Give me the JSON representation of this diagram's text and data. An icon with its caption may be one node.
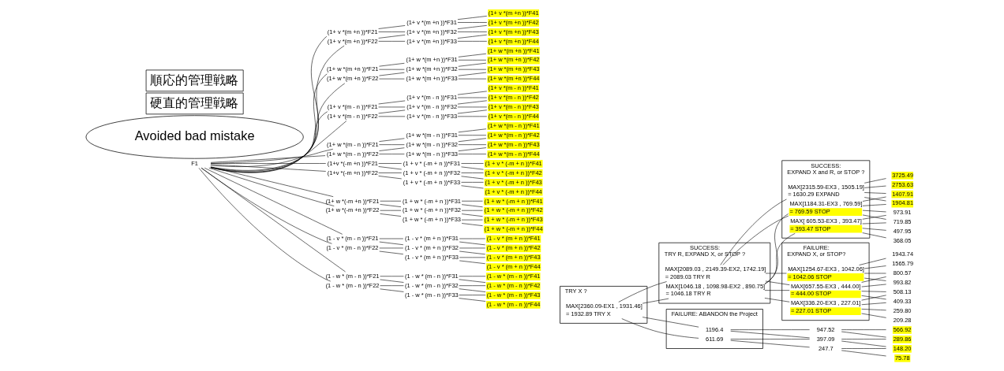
{
  "diagram": {
    "nodes": [
      {
        "text": [
          "F1"
        ]
      },
      {
        "text": [
          "(1+ v *(m +n ))*F21"
        ]
      },
      {
        "text": [
          "(1+ v *(m +n ))*F22"
        ]
      },
      {
        "text": [
          "(1+ w *(m +n ))*F21"
        ]
      },
      {
        "text": [
          "(1+ w *(m +n ))*F22"
        ]
      },
      {
        "text": [
          "(1+ v *(m - n ))*F21"
        ]
      },
      {
        "text": [
          "(1+ v *(m - n ))*F22"
        ]
      },
      {
        "text": [
          "(1+ w *(m - n ))*F21"
        ]
      },
      {
        "text": [
          "(1+ w *(m - n ))*F22"
        ]
      },
      {
        "text": [
          "(1+v *(-m +n ))*F21"
        ]
      },
      {
        "text": [
          "(1+v *(-m +n ))*F22"
        ]
      },
      {
        "text": [
          "(1+ w *(-m +n ))*F21"
        ]
      },
      {
        "text": [
          "(1+ w *(-m +n ))*F22"
        ]
      },
      {
        "text": [
          "(1 - v * (m - n ))*F21"
        ]
      },
      {
        "text": [
          "(1 - v * (m - n ))*F22"
        ]
      },
      {
        "text": [
          "(1 - w * (m - n ))*F21"
        ]
      },
      {
        "text": [
          "(1 - w * (m - n ))*F22"
        ]
      },
      {
        "text": [
          "(1+ v *(m +n ))*F31"
        ]
      },
      {
        "text": [
          "(1+ v *(m +n ))*F32"
        ]
      },
      {
        "text": [
          "(1+ v *(m +n ))*F33"
        ]
      },
      {
        "text": [
          "(1+ w *(m +n ))*F31"
        ]
      },
      {
        "text": [
          "(1+ w *(m +n ))*F32"
        ]
      },
      {
        "text": [
          "(1+ w *(m +n ))*F33"
        ]
      },
      {
        "text": [
          "(1+ v *(m - n ))*F31"
        ]
      },
      {
        "text": [
          "(1+ v *(m - n ))*F32"
        ]
      },
      {
        "text": [
          "(1+ v *(m - n ))*F33"
        ]
      },
      {
        "text": [
          "(1+ w *(m - n ))*F31"
        ]
      },
      {
        "text": [
          "(1+ w *(m - n ))*F32"
        ]
      },
      {
        "text": [
          "(1+ w *(m - n ))*F33"
        ]
      },
      {
        "text": [
          "(1 + v * (-m + n ))*F31"
        ]
      },
      {
        "text": [
          "(1 + v * (-m + n ))*F32"
        ]
      },
      {
        "text": [
          "(1 + v * (-m + n ))*F33"
        ]
      },
      {
        "text": [
          "(1 + w * (-m + n ))*F31"
        ]
      },
      {
        "text": [
          "(1 + w * (-m + n ))*F32"
        ]
      },
      {
        "text": [
          "(1 + w * (-m + n ))*F33"
        ]
      },
      {
        "text": [
          "(1 - v * (m + n ))*F31"
        ]
      },
      {
        "text": [
          "(1 - v * (m + n ))*F32"
        ]
      },
      {
        "text": [
          "(1 - v * (m + n ))*F33"
        ]
      },
      {
        "text": [
          "(1 - w * (m - n ))*F31"
        ]
      },
      {
        "text": [
          "(1 - w * (m - n ))*F32"
        ]
      },
      {
        "text": [
          "(1 - w * (m - n ))*F33"
        ]
      },
      {
        "text": [
          "(1+ v *(m +n ))*F41"
        ]
      },
      {
        "text": [
          "(1+ v *(m +n ))*F42"
        ]
      },
      {
        "text": [
          "(1+ v *(m +n ))*F43"
        ]
      },
      {
        "text": [
          "(1+ v *(m +n ))*F44"
        ]
      },
      {
        "text": [
          "(1+ w *(m +n ))*F41"
        ]
      },
      {
        "text": [
          "(1+ w *(m +n ))*F42"
        ]
      },
      {
        "text": [
          "(1+ w *(m +n ))*F43"
        ]
      },
      {
        "text": [
          "(1+ w *(m +n ))*F44"
        ]
      },
      {
        "text": [
          "(1+ v *(m - n ))*F41"
        ]
      },
      {
        "text": [
          "(1+ v *(m - n ))*F42"
        ]
      },
      {
        "text": [
          "(1+ v *(m - n ))*F43"
        ]
      },
      {
        "text": [
          "(1+ v *(m - n ))*F44"
        ]
      },
      {
        "text": [
          "(1+ w *(m - n ))*F41"
        ]
      },
      {
        "text": [
          "(1+ w *(m - n ))*F42"
        ]
      },
      {
        "text": [
          "(1+ w *(m - n ))*F43"
        ]
      },
      {
        "text": [
          "(1+ w *(m - n ))*F44"
        ]
      },
      {
        "text": [
          "(1 + v * (-m + n ))*F41"
        ]
      },
      {
        "text": [
          "(1 + v * (-m + n ))*F42"
        ]
      },
      {
        "text": [
          "(1 + v * (-m + n ))*F43"
        ]
      },
      {
        "text": [
          "(1 + v * (-m + n ))*F44"
        ]
      },
      {
        "text": [
          "(1 + w * (-m + n ))*F41"
        ]
      },
      {
        "text": [
          "(1 + w * (-m + n ))*F42"
        ]
      },
      {
        "text": [
          "(1 + w * (-m + n ))*F43"
        ]
      },
      {
        "text": [
          "(1 + w * (-m + n ))*F44"
        ]
      },
      {
        "text": [
          "(1 - v * (m + n ))*F41"
        ]
      },
      {
        "text": [
          "(1 - v * (m + n ))*F42"
        ]
      },
      {
        "text": [
          "(1 - v * (m + n ))*F43"
        ]
      },
      {
        "text": [
          "(1 - v * (m + n ))*F44"
        ]
      },
      {
        "text": [
          "(1 - w * (m - n ))*F41"
        ]
      },
      {
        "text": [
          "(1 - w * (m - n ))*F42"
        ]
      },
      {
        "text": [
          "(1 - w * (m - n ))*F43"
        ]
      },
      {
        "text": [
          "(1 - w * (m - n ))*F44"
        ]
      },
      {
        "text": [
          "TRY X ?"
        ]
      },
      {
        "text": [
          "MAX[2360.09-EX1 , 1931.46]",
          "= 1932.89 TRY X"
        ],
        "in": 73
      },
      {
        "text": [
          "SUCCESS:",
          "TRY R, EXPAND X, or STOP ?"
        ]
      },
      {
        "text": [
          "MAX[2089.03 , 2149.39-EX2, 1742.19]",
          "= 2089.03 TRY R"
        ],
        "in": 75
      },
      {
        "text": [
          "MAX[1046.18 , 1098.98-EX2 , 890.75]",
          "= 1046.18 TRY R"
        ],
        "in": 75
      },
      {
        "text": [
          "FAILURE: ABANDON the Project"
        ]
      },
      {
        "text": [
          "1196.4"
        ],
        "in": 78
      },
      {
        "text": [
          "611.69"
        ],
        "in": 78
      },
      {
        "text": [
          "SUCCESS:",
          "EXPAND X and R, or STOP ?"
        ]
      },
      {
        "text": [
          "MAX[2315.59-EX3 , 1505.19]",
          "= 1630.29 EXPAND"
        ],
        "in": 81
      },
      {
        "text": [
          "MAX[1184.31-EX3 , 769.59]",
          "= 769.59 STOP"
        ],
        "in": 81
      },
      {
        "text": [
          "MAX[ 605.53-EX3 , 393.47]",
          "= 393.47 STOP"
        ],
        "in": 81
      },
      {
        "text": [
          "FAILURE:",
          "EXPAND X, or STOP?"
        ]
      },
      {
        "text": [
          "MAX[1254.67-EX3 , 1042.06]",
          "= 1042.06 STOP"
        ],
        "in": 85
      },
      {
        "text": [
          "MAX[657.55-EX3 , 444.00]",
          "= 444.00 STOP"
        ],
        "in": 85
      },
      {
        "text": [
          "MAX[336.20-EX3 , 227.01]",
          "= 227.01 STOP"
        ],
        "in": 85
      },
      {
        "text": [
          "3725.49"
        ]
      },
      {
        "text": [
          "1904.81"
        ]
      },
      {
        "text": [
          "973.91"
        ]
      },
      {
        "text": [
          "497.95"
        ]
      },
      {
        "text": [
          "2753.63"
        ]
      },
      {
        "text": [
          "1407.91"
        ]
      },
      {
        "text": [
          "719.85"
        ]
      },
      {
        "text": [
          "368.05"
        ]
      },
      {
        "text": [
          "1943.74"
        ]
      },
      {
        "text": [
          "993.82"
        ]
      },
      {
        "text": [
          "508.13"
        ]
      },
      {
        "text": [
          "259.80"
        ]
      },
      {
        "text": [
          "1565.79"
        ]
      },
      {
        "text": [
          "800.57"
        ]
      },
      {
        "text": [
          "409.33"
        ]
      },
      {
        "text": [
          "209.28"
        ]
      },
      {
        "text": [
          "947.52"
        ]
      },
      {
        "text": [
          "397.09"
        ]
      },
      {
        "text": [
          "247.7"
        ]
      },
      {
        "text": [
          "566.92"
        ]
      },
      {
        "text": [
          "289.86"
        ]
      },
      {
        "text": [
          "148.20"
        ]
      },
      {
        "text": [
          "75.78"
        ]
      },
      {
        "text": [
          "Avoided bad mistake"
        ]
      }
    ],
    "edges": [
      {
        "from": 0,
        "to": 1,
        "arrow": "none"
      },
      {
        "from": 0,
        "to": 2,
        "arrow": "none"
      },
      {
        "from": 0,
        "to": 3,
        "arrow": "none"
      },
      {
        "from": 0,
        "to": 4,
        "arrow": "none"
      },
      {
        "from": 0,
        "to": 5,
        "arrow": "none"
      },
      {
        "from": 0,
        "to": 6,
        "arrow": "none"
      },
      {
        "from": 0,
        "to": 7,
        "arrow": "none"
      },
      {
        "from": 0,
        "to": 8,
        "arrow": "none"
      },
      {
        "from": 0,
        "to": 9,
        "arrow": "none"
      },
      {
        "from": 0,
        "to": 10,
        "arrow": "none"
      },
      {
        "from": 0,
        "to": 11,
        "arrow": "none"
      },
      {
        "from": 0,
        "to": 12,
        "arrow": "none"
      },
      {
        "from": 0,
        "to": 13,
        "arrow": "none"
      },
      {
        "from": 0,
        "to": 14,
        "arrow": "none"
      },
      {
        "from": 0,
        "to": 15,
        "arrow": "none"
      },
      {
        "from": 0,
        "to": 16,
        "arrow": "none"
      },
      {
        "from": 1,
        "to": 17,
        "arrow": "none"
      },
      {
        "from": 1,
        "to": 18,
        "arrow": "none"
      },
      {
        "from": 2,
        "to": 18,
        "arrow": "none"
      },
      {
        "from": 2,
        "to": 19,
        "arrow": "none"
      },
      {
        "from": 3,
        "to": 20,
        "arrow": "none"
      },
      {
        "from": 3,
        "to": 21,
        "arrow": "none"
      },
      {
        "from": 4,
        "to": 21,
        "arrow": "none"
      },
      {
        "from": 4,
        "to": 22,
        "arrow": "none"
      },
      {
        "from": 5,
        "to": 23,
        "arrow": "none"
      },
      {
        "from": 5,
        "to": 24,
        "arrow": "none"
      },
      {
        "from": 6,
        "to": 24,
        "arrow": "none"
      },
      {
        "from": 6,
        "to": 25,
        "arrow": "none"
      },
      {
        "from": 7,
        "to": 26,
        "arrow": "none"
      },
      {
        "from": 7,
        "to": 27,
        "arrow": "none"
      },
      {
        "from": 8,
        "to": 27,
        "arrow": "none"
      },
      {
        "from": 8,
        "to": 28,
        "arrow": "none"
      },
      {
        "from": 9,
        "to": 29,
        "arrow": "none"
      },
      {
        "from": 9,
        "to": 30,
        "arrow": "none"
      },
      {
        "from": 10,
        "to": 30,
        "arrow": "none"
      },
      {
        "from": 10,
        "to": 31,
        "arrow": "none"
      },
      {
        "from": 11,
        "to": 32,
        "arrow": "none"
      },
      {
        "from": 11,
        "to": 33,
        "arrow": "none"
      },
      {
        "from": 12,
        "to": 33,
        "arrow": "none"
      },
      {
        "from": 12,
        "to": 34,
        "arrow": "none"
      },
      {
        "from": 13,
        "to": 35,
        "arrow": "none"
      },
      {
        "from": 13,
        "to": 36,
        "arrow": "none"
      },
      {
        "from": 14,
        "to": 36,
        "arrow": "none"
      },
      {
        "from": 14,
        "to": 37,
        "arrow": "none"
      },
      {
        "from": 15,
        "to": 38,
        "arrow": "none"
      },
      {
        "from": 15,
        "to": 39,
        "arrow": "none"
      },
      {
        "from": 16,
        "to": 39,
        "arrow": "none"
      },
      {
        "from": 16,
        "to": 40,
        "arrow": "none"
      },
      {
        "from": 17,
        "to": 41,
        "arrow": "none"
      },
      {
        "from": 17,
        "to": 42,
        "arrow": "none"
      },
      {
        "from": 18,
        "to": 42,
        "arrow": "none"
      },
      {
        "from": 18,
        "to": 43,
        "arrow": "none"
      },
      {
        "from": 19,
        "to": 43,
        "arrow": "none"
      },
      {
        "from": 19,
        "to": 44,
        "arrow": "none"
      },
      {
        "from": 20,
        "to": 45,
        "arrow": "none"
      },
      {
        "from": 20,
        "to": 46,
        "arrow": "none"
      },
      {
        "from": 21,
        "to": 46,
        "arrow": "none"
      },
      {
        "from": 21,
        "to": 47,
        "arrow": "none"
      },
      {
        "from": 22,
        "to": 47,
        "arrow": "none"
      },
      {
        "from": 22,
        "to": 48,
        "arrow": "none"
      },
      {
        "from": 23,
        "to": 49,
        "arrow": "none"
      },
      {
        "from": 23,
        "to": 50,
        "arrow": "none"
      },
      {
        "from": 24,
        "to": 50,
        "arrow": "none"
      },
      {
        "from": 24,
        "to": 51,
        "arrow": "none"
      },
      {
        "from": 25,
        "to": 51,
        "arrow": "none"
      },
      {
        "from": 25,
        "to": 52,
        "arrow": "none"
      },
      {
        "from": 26,
        "to": 53,
        "arrow": "none"
      },
      {
        "from": 26,
        "to": 54,
        "arrow": "none"
      },
      {
        "from": 27,
        "to": 54,
        "arrow": "none"
      },
      {
        "from": 27,
        "to": 55,
        "arrow": "none"
      },
      {
        "from": 28,
        "to": 55,
        "arrow": "none"
      },
      {
        "from": 28,
        "to": 56,
        "arrow": "none"
      },
      {
        "from": 29,
        "to": 57,
        "arrow": "none"
      },
      {
        "from": 29,
        "to": 58,
        "arrow": "none"
      },
      {
        "from": 30,
        "to": 58,
        "arrow": "none"
      },
      {
        "from": 30,
        "to": 59,
        "arrow": "none"
      },
      {
        "from": 31,
        "to": 59,
        "arrow": "none"
      },
      {
        "from": 31,
        "to": 60,
        "arrow": "none"
      },
      {
        "from": 32,
        "to": 61,
        "arrow": "none"
      },
      {
        "from": 32,
        "to": 62,
        "arrow": "none"
      },
      {
        "from": 33,
        "to": 62,
        "arrow": "none"
      },
      {
        "from": 33,
        "to": 63,
        "arrow": "none"
      },
      {
        "from": 34,
        "to": 63,
        "arrow": "none"
      },
      {
        "from": 34,
        "to": 64,
        "arrow": "none"
      },
      {
        "from": 35,
        "to": 65,
        "arrow": "none"
      },
      {
        "from": 35,
        "to": 66,
        "arrow": "none"
      },
      {
        "from": 36,
        "to": 66,
        "arrow": "none"
      },
      {
        "from": 36,
        "to": 67,
        "arrow": "none"
      },
      {
        "from": 37,
        "to": 67,
        "arrow": "none"
      },
      {
        "from": 37,
        "to": 68,
        "arrow": "none"
      },
      {
        "from": 38,
        "to": 69,
        "arrow": "none"
      },
      {
        "from": 38,
        "to": 70,
        "arrow": "none"
      },
      {
        "from": 39,
        "to": 70,
        "arrow": "none"
      },
      {
        "from": 39,
        "to": 71,
        "arrow": "none"
      },
      {
        "from": 40,
        "to": 71,
        "arrow": "none"
      },
      {
        "from": 40,
        "to": 72,
        "arrow": "none"
      },
      {
        "from": 74,
        "to": 76,
        "arrow": "none"
      },
      {
        "from": 74,
        "to": 77,
        "arrow": "none"
      },
      {
        "from": 74,
        "to": 79,
        "arrow": "none"
      },
      {
        "from": 74,
        "to": 80,
        "arrow": "none"
      },
      {
        "from": 76,
        "to": 82,
        "arrow": "none"
      },
      {
        "from": 76,
        "to": 83,
        "arrow": "none"
      },
      {
        "from": 76,
        "to": 86,
        "arrow": "none"
      },
      {
        "from": 76,
        "to": 87,
        "arrow": "none"
      },
      {
        "from": 77,
        "to": 83,
        "arrow": "none"
      },
      {
        "from": 77,
        "to": 84,
        "arrow": "none"
      },
      {
        "from": 77,
        "to": 87,
        "arrow": "none"
      },
      {
        "from": 77,
        "to": 88,
        "arrow": "none"
      },
      {
        "from": 82,
        "to": 89,
        "arrow": "none"
      },
      {
        "from": 82,
        "to": 90,
        "arrow": "none"
      },
      {
        "from": 82,
        "to": 93,
        "arrow": "none"
      },
      {
        "from": 82,
        "to": 94,
        "arrow": "none"
      },
      {
        "from": 83,
        "to": 90,
        "arrow": "none"
      },
      {
        "from": 83,
        "to": 91,
        "arrow": "none"
      },
      {
        "from": 83,
        "to": 94,
        "arrow": "none"
      },
      {
        "from": 83,
        "to": 95,
        "arrow": "none"
      },
      {
        "from": 84,
        "to": 91,
        "arrow": "none"
      },
      {
        "from": 84,
        "to": 92,
        "arrow": "none"
      },
      {
        "from": 84,
        "to": 95,
        "arrow": "none"
      },
      {
        "from": 84,
        "to": 96,
        "arrow": "none"
      },
      {
        "from": 86,
        "to": 97,
        "arrow": "none"
      },
      {
        "from": 86,
        "to": 98,
        "arrow": "none"
      },
      {
        "from": 86,
        "to": 101,
        "arrow": "none"
      },
      {
        "from": 86,
        "to": 102,
        "arrow": "none"
      },
      {
        "from": 87,
        "to": 98,
        "arrow": "none"
      },
      {
        "from": 87,
        "to": 99,
        "arrow": "none"
      },
      {
        "from": 87,
        "to": 102,
        "arrow": "none"
      },
      {
        "from": 87,
        "to": 103,
        "arrow": "none"
      },
      {
        "from": 88,
        "to": 99,
        "arrow": "none"
      },
      {
        "from": 88,
        "to": 100,
        "arrow": "none"
      },
      {
        "from": 88,
        "to": 103,
        "arrow": "none"
      },
      {
        "from": 88,
        "to": 104,
        "arrow": "none"
      },
      {
        "from": 79,
        "to": 105,
        "arrow": "none"
      },
      {
        "from": 79,
        "to": 106,
        "arrow": "none"
      },
      {
        "from": 80,
        "to": 106,
        "arrow": "none"
      },
      {
        "from": 80,
        "to": 107,
        "arrow": "none"
      },
      {
        "from": 105,
        "to": 108,
        "arrow": "none"
      },
      {
        "from": 105,
        "to": 109,
        "arrow": "none"
      },
      {
        "from": 106,
        "to": 109,
        "arrow": "none"
      },
      {
        "from": 106,
        "to": 110,
        "arrow": "none"
      },
      {
        "from": 107,
        "to": 110,
        "arrow": "none"
      },
      {
        "from": 107,
        "to": 111,
        "arrow": "none"
      }
    ],
    "labels": [
      "硬直的管理戦略",
      "順応的管理戦略"
    ]
  }
}
